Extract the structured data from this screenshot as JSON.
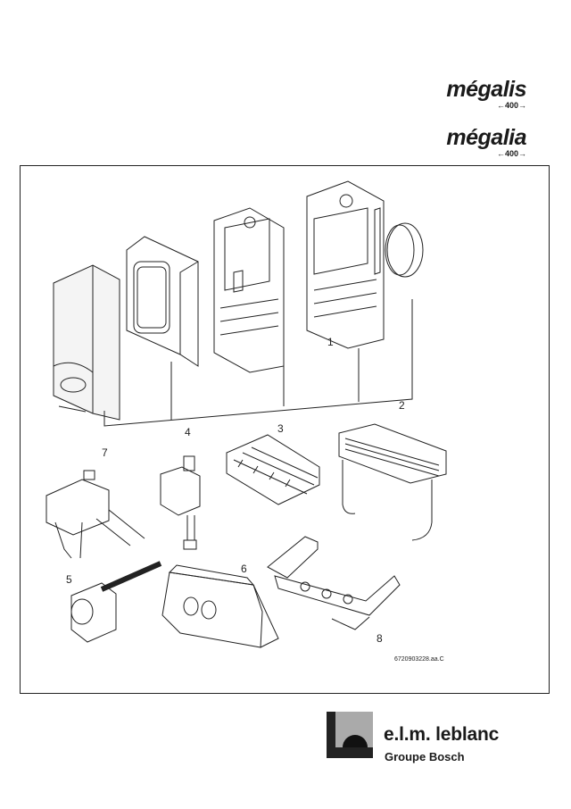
{
  "brands": [
    {
      "name": "mégalis",
      "sub": "←400→"
    },
    {
      "name": "mégalia",
      "sub": "←400→"
    }
  ],
  "diagram": {
    "callouts": [
      "1",
      "2",
      "3",
      "4",
      "5",
      "6",
      "7",
      "8"
    ],
    "ref_code": "6720903228.aa.C"
  },
  "footer": {
    "company": "e.l.m. leblanc",
    "group": "Groupe Bosch"
  }
}
